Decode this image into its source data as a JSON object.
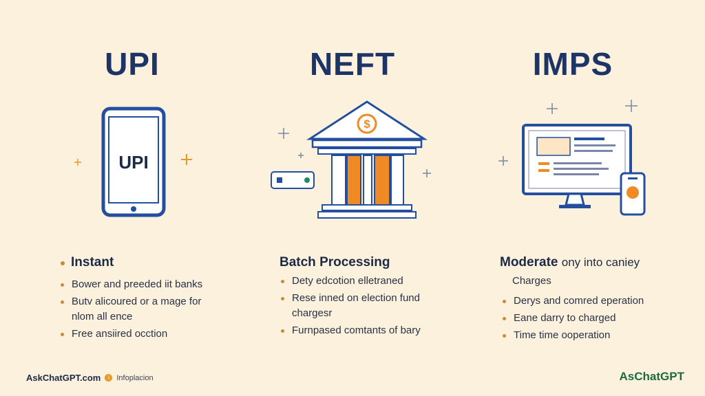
{
  "columns": [
    {
      "title": "UPI",
      "icon_label": "UPI",
      "heading": "Instant",
      "bullets": [
        "Bower and preeded iit banks",
        "Butv alicoured or a mage for nlom all ence",
        "Free ansiired ocction"
      ]
    },
    {
      "title": "NEFT",
      "icon_label": "$",
      "heading": "Batch Processing",
      "bullets": [
        "Dety edcotion elletraned",
        "Rese inned on election fund chargesr",
        "Furnpased comtants of bary"
      ]
    },
    {
      "title": "IMPS",
      "heading": "Moderate",
      "heading_extra": "ony into caniey",
      "subheading": "Charges",
      "bullets": [
        "Derys and comred eperation",
        "Eane darry to charged",
        "Time time ooperation"
      ]
    }
  ],
  "footer": {
    "left_brand": "AskChatGPT.com",
    "left_info_icon": "info-icon",
    "left_small": "Infoplacion",
    "right_brand": "AsChatGPT"
  },
  "colors": {
    "background": "#fbf1dd",
    "navy": "#1d3566",
    "accent_blue": "#234f9e",
    "orange": "#f08a24",
    "bullet": "#c88a3d",
    "green": "#1d6b3d"
  }
}
